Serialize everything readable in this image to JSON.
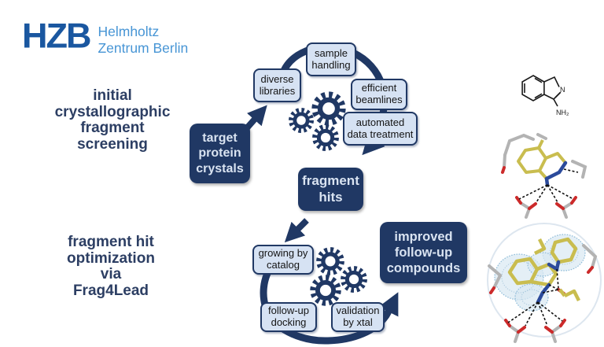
{
  "logo": {
    "abbr": "HZB",
    "name_line1": "Helmholtz",
    "name_line2": "Zentrum Berlin"
  },
  "labels": {
    "screening": "initial\ncrystallographic\nfragment\nscreening",
    "optimization": "fragment hit\noptimization\nvia\nFrag4Lead"
  },
  "boxes": {
    "target": "target\nprotein\ncrystals",
    "diverse": "diverse\nlibraries",
    "sample": "sample\nhandling",
    "beamlines": "efficient\nbeamlines",
    "automated": "automated\ndata treatment",
    "hits": "fragment\nhits",
    "growing": "growing by\ncatalog",
    "docking": "follow-up\ndocking",
    "validation": "validation\nby xtal",
    "improved": "improved\nfollow-up\ncompounds"
  },
  "molecules": {
    "n_label": "N",
    "nh2_label": "NH₂"
  },
  "colors": {
    "navy": "#203864",
    "light_box_fill": "#d6e2f3",
    "dark_box_text": "#d9e3f1",
    "logo_blue": "#1a57a0",
    "logo_light_blue": "#4795d5",
    "mesh_blue": "#8fbcd9",
    "carbon_yellow": "#c9bd4f",
    "nitrogen_blue": "#2b4a9b",
    "oxygen_red": "#cc2a2a",
    "stick_gray": "#b3b3b3"
  }
}
